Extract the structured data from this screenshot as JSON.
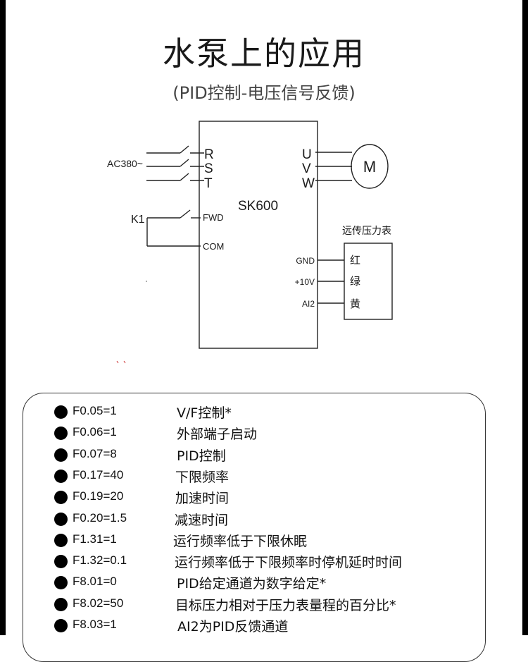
{
  "header": {
    "title": "水泵上的应用",
    "subtitle": "(PID控制-电压信号反馈)"
  },
  "diagram": {
    "supply_label": "AC380~",
    "input_terminals": [
      "R",
      "S",
      "T"
    ],
    "output_terminals": [
      "U",
      "V",
      "W"
    ],
    "motor_label": "M",
    "model_label": "SK600",
    "switch_label": "K1",
    "control_terminals": [
      "FWD",
      "COM"
    ],
    "gauge_title": "远传压力表",
    "analog_terminals": [
      "GND",
      "+10V",
      "AI2"
    ],
    "gauge_wires": [
      "红",
      "绿",
      "黄"
    ]
  },
  "parameters": [
    {
      "code": "F0.05=1",
      "desc": "V/F控制*"
    },
    {
      "code": "F0.06=1",
      "desc": "外部端子启动"
    },
    {
      "code": "F0.07=8",
      "desc": "PID控制"
    },
    {
      "code": "F0.17=40",
      "desc": "下限频率"
    },
    {
      "code": "F0.19=20",
      "desc": "加速时间"
    },
    {
      "code": "F0.20=1.5",
      "desc": "减速时间"
    },
    {
      "code": "F1.31=1",
      "desc": "运行频率低于下限休眠"
    },
    {
      "code": "F1.32=0.1",
      "desc": "运行频率低于下限频率时停机延时时间"
    },
    {
      "code": "F8.01=0",
      "desc": "PID给定通道为数字给定*"
    },
    {
      "code": "F8.02=50",
      "desc": "目标压力相对于压力表量程的百分比*"
    },
    {
      "code": "F8.03=1",
      "desc": "AI2为PID反馈通道"
    }
  ]
}
